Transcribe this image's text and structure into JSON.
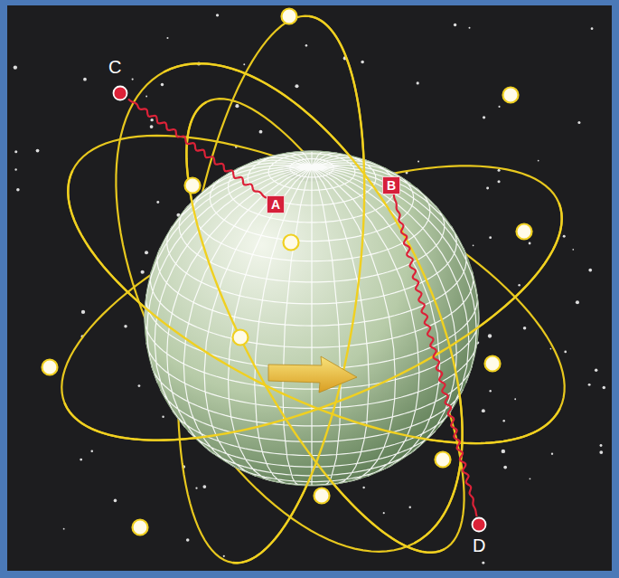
{
  "diagram": {
    "nodes": [
      {
        "text": [
          "C"
        ]
      },
      {
        "text": [
          "A"
        ]
      },
      {
        "text": [
          "B"
        ]
      },
      {
        "text": [
          "D"
        ]
      }
    ],
    "edges": [
      {
        "from": 0,
        "to": 1,
        "arrow": "none"
      },
      {
        "from": 2,
        "to": 3,
        "arrow": "none"
      }
    ]
  }
}
